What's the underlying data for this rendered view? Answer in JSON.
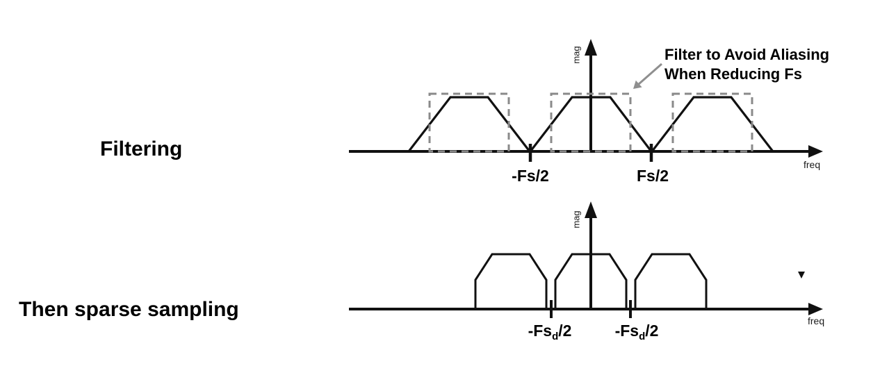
{
  "colors": {
    "background": "#ffffff",
    "line": "#111111",
    "filter_dash": "#8a8a8a",
    "annotation_arrow": "#8f8f8f",
    "text": "#000000"
  },
  "rows": [
    {
      "label": "Filtering",
      "diagram": {
        "y_axis_label": "mag",
        "x_axis_label": "freq",
        "tick_neg": "-Fs/2",
        "tick_pos": "Fs/2",
        "annotation_line1": "Filter to Avoid Aliasing",
        "annotation_line2": "When Reducing Fs",
        "description": "Three trapezoidal spectrum replicas centered at -Fs, 0, +Fs with gray dashed low-pass filter rectangles over each replica; replicas meet the axis at ±Fs/2 ticks"
      }
    },
    {
      "label": "Then sparse sampling",
      "diagram": {
        "y_axis_label": "mag",
        "x_axis_label": "freq",
        "tick_neg_prefix": "-Fs",
        "tick_neg_sub": "d",
        "tick_neg_suffix": "/2",
        "tick_pos_prefix": "-Fs",
        "tick_pos_sub": "d",
        "tick_pos_suffix": "/2",
        "description": "Three hexagonal (filtered) spectrum replicas centered at -Fsd, 0, +Fsd, nearly touching at the ±Fsd/2 ticks; small solid down-pointing triangle marker at right"
      }
    }
  ]
}
